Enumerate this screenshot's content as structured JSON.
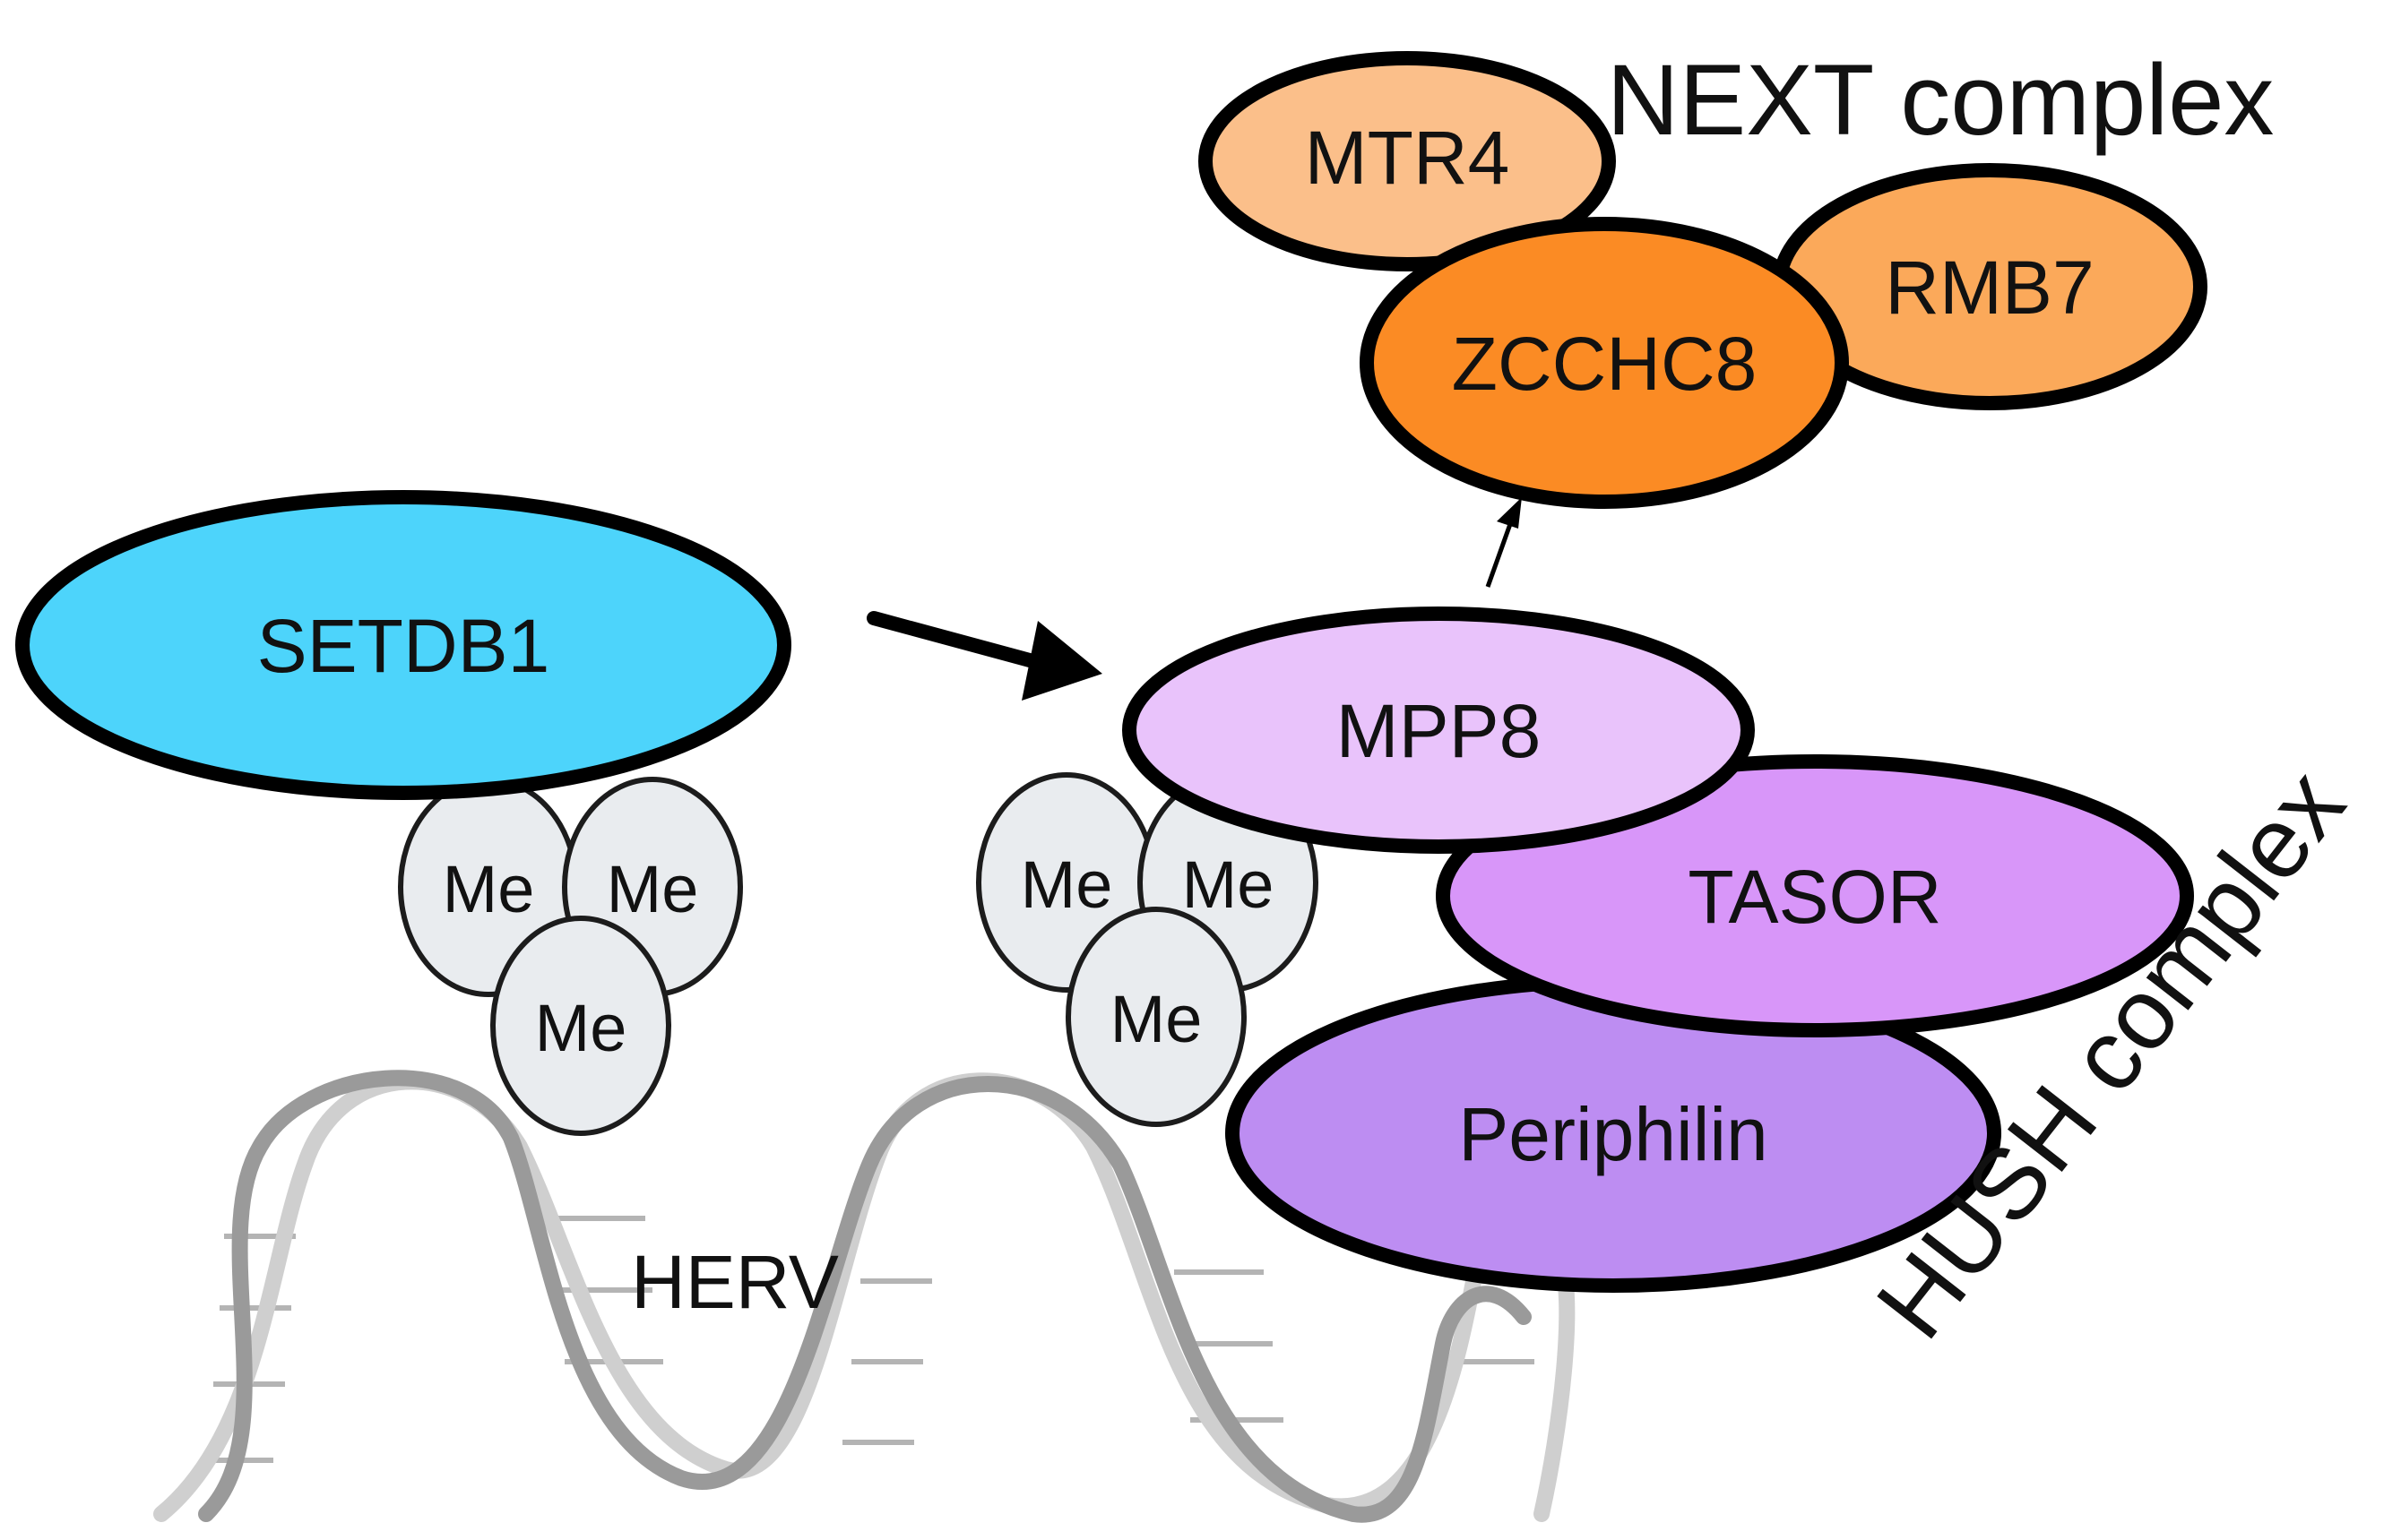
{
  "labels": {
    "setdb1": "SETDB1",
    "mpp8": "MPP8",
    "tasor": "TASOR",
    "periphilin": "Periphilin",
    "mtr4": "MTR4",
    "zcchc8": "ZCCHC8",
    "rmb7": "RMB7",
    "me": "Me",
    "herv": "HERV",
    "next_complex": "NEXT complex",
    "hush_complex": "HUSH complex"
  },
  "colors": {
    "setdb1": "#4dd4fb",
    "mpp8": "#e9c3fb",
    "tasor": "#d896f9",
    "periphilin": "#bd8df2",
    "mtr4": "#fbbf8a",
    "zcchc8": "#fb8b24",
    "rmb7": "#fba95a",
    "me": "#e9ecef",
    "dna_strand_dark": "#9a9a9a",
    "dna_strand_light": "#cfcfcf"
  }
}
